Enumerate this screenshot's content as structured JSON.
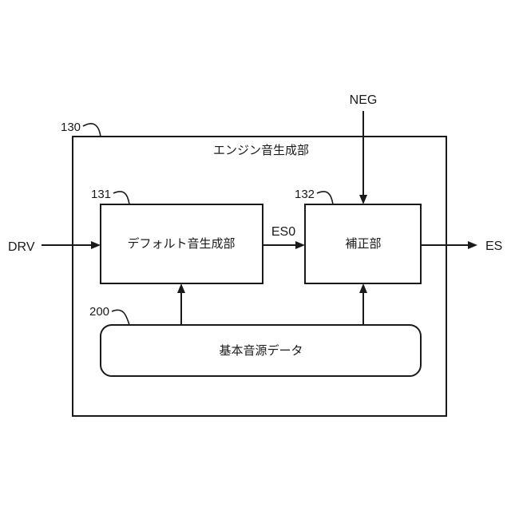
{
  "diagram": {
    "outer_block": {
      "label": "エンジン音生成部",
      "ref": "130"
    },
    "default_gen_block": {
      "label": "デフォルト音生成部",
      "ref": "131"
    },
    "correction_block": {
      "label": "補正部",
      "ref": "132"
    },
    "base_data_block": {
      "label": "基本音源データ",
      "ref": "200"
    },
    "signals": {
      "drv": "DRV",
      "neg": "NEG",
      "es0": "ES0",
      "es": "ES"
    }
  }
}
